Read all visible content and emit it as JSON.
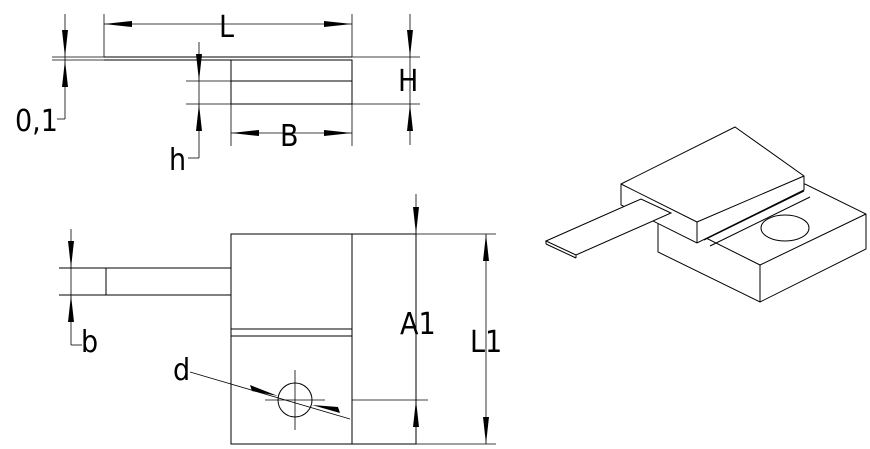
{
  "labels": {
    "L": "L",
    "H": "H",
    "B": "B",
    "h": "h",
    "thickness": "0,1",
    "A1": "A1",
    "L1": "L1",
    "b": "b",
    "d": "d"
  }
}
